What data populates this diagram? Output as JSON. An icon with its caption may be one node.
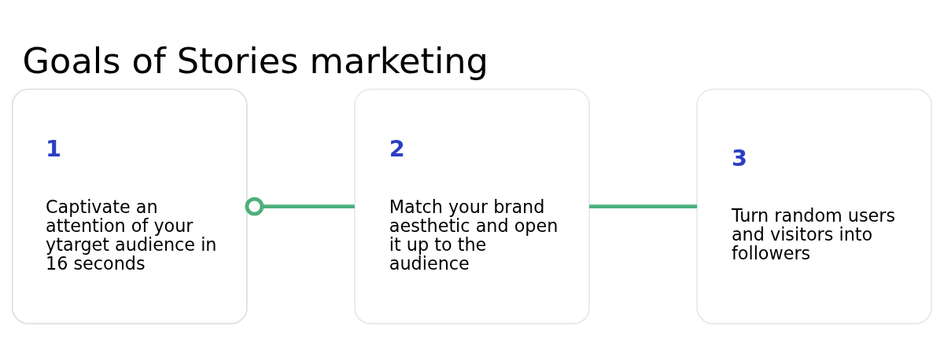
{
  "diagram": {
    "title": "Goals of Stories marketing",
    "nodes": [
      {
        "text": [
          "1",
          "Captivate an attention of your ytarget audience in 16 seconds"
        ]
      },
      {
        "text": [
          "2",
          "Match your brand aesthetic and open it up to the audience"
        ]
      },
      {
        "text": [
          "3",
          "Turn random users and visitors into followers"
        ]
      }
    ],
    "edges": [
      {
        "from": 0,
        "to": 1,
        "arrow": "other"
      },
      {
        "from": 1,
        "to": 2,
        "arrow": "none"
      }
    ]
  }
}
